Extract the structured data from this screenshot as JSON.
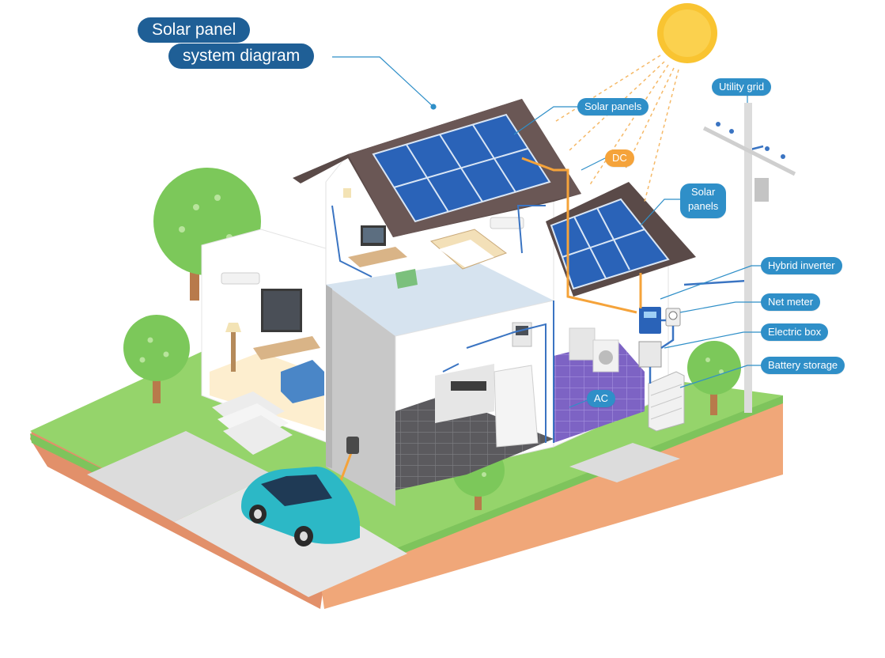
{
  "title": {
    "line1": "Solar panel",
    "line2": "system diagram"
  },
  "labels": {
    "utility_grid": "Utility grid",
    "solar_panels_main": "Solar panels",
    "dc": "DC",
    "solar_panels_right_line1": "Solar",
    "solar_panels_right_line2": "panels",
    "hybrid_inverter": "Hybrid inverter",
    "net_meter": "Net meter",
    "electric_box": "Electric box",
    "battery_storage": "Battery storage",
    "ac": "AC"
  },
  "colors": {
    "label_blue": "#2f8fc8",
    "title_blue": "#1f5f96",
    "dc_orange": "#f5a33a",
    "sun_yellow": "#f9c431",
    "panel_blue": "#2a63b8",
    "roof_brown": "#5a4a48",
    "grass_green": "#8fd16a",
    "soil_orange": "#f0a779",
    "wire_blue": "#3a74c2",
    "wire_orange": "#f5a33a",
    "car_teal": "#2cb8c6"
  },
  "icons": [
    "sun-icon",
    "solar-panel-icon",
    "utility-pole-icon",
    "car-icon",
    "tree-icon",
    "inverter-icon",
    "battery-icon",
    "meter-icon"
  ]
}
